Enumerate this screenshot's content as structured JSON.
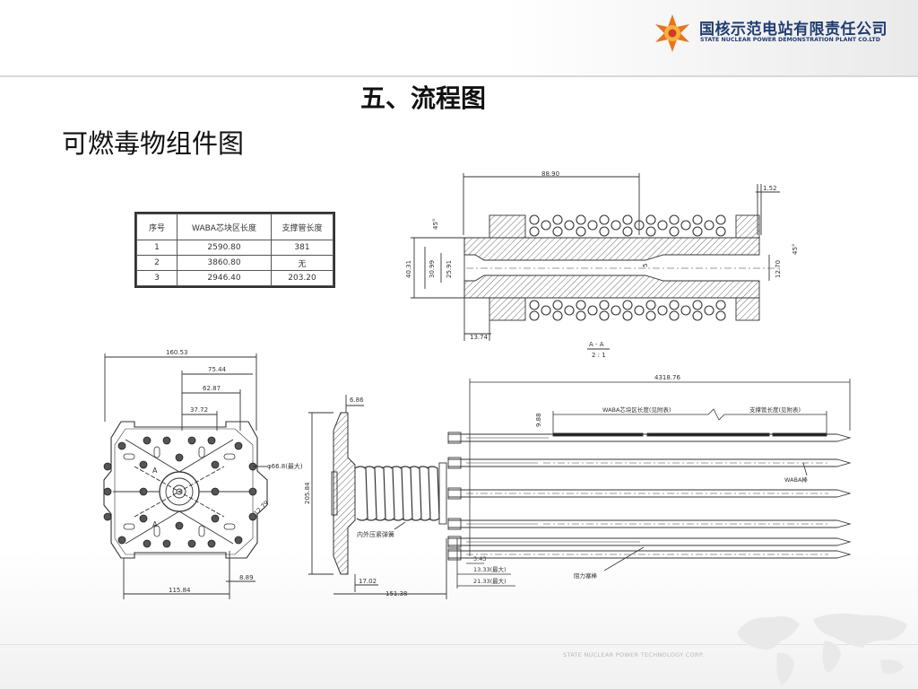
{
  "header": {
    "company_cn": "国核示范电站有限责任公司",
    "company_en": "STATE NUCLEAR POWER DEMONSTRATION PLANT CO.LTD"
  },
  "slide": {
    "title": "五、流程图",
    "subtitle": "可燃毒物组件图"
  },
  "table": {
    "headers": [
      "序号",
      "WABA芯块区长度",
      "支撑管长度"
    ],
    "rows": [
      [
        "1",
        "2590.80",
        "381"
      ],
      [
        "2",
        "3860.80",
        "无"
      ],
      [
        "3",
        "2946.40",
        "203.20"
      ]
    ]
  },
  "section_view": {
    "dim_top": "88.90",
    "dim_right_top": "1.52",
    "dim_left_outer": "40.31",
    "dim_left_mid": "30.99",
    "dim_left_inner": "25.91",
    "dim_center": "5",
    "dim_right": "12.70",
    "dim_bottom": "13.74",
    "angle": "45°",
    "section_label_top": "A - A",
    "section_label_bottom": "2 : 1"
  },
  "plan_view": {
    "dim_160": "160.53",
    "dim_75": "75.44",
    "dim_62": "62.87",
    "dim_37": "37.72",
    "dim_dia": "φ66.8(最大)",
    "dim_1279": "12.79",
    "dim_889": "8.89",
    "dim_11584": "115.84",
    "label_a1": "A",
    "label_a2": "A"
  },
  "side_view": {
    "dim_686": "6.86",
    "dim_20584": "205.84",
    "dim_1702": "17.02",
    "dim_15138": "151.38",
    "spring_label": "内外压紧弹簧"
  },
  "long_view": {
    "dim_total": "4318.76",
    "dim_988": "9.88",
    "waba_len_label": "WABA芯块区长度(见附表)",
    "support_len_label": "支撑管长度(见附表)",
    "waba_rod_label": "WABA棒",
    "dim_343": "3.43",
    "dim_1333": "13.33(最大)",
    "dim_2133": "21.33(最大)",
    "rod_label": "阻力塞棒"
  },
  "footer": {
    "text": "STATE NUCLEAR POWER TECHNOLOGY CORP."
  }
}
